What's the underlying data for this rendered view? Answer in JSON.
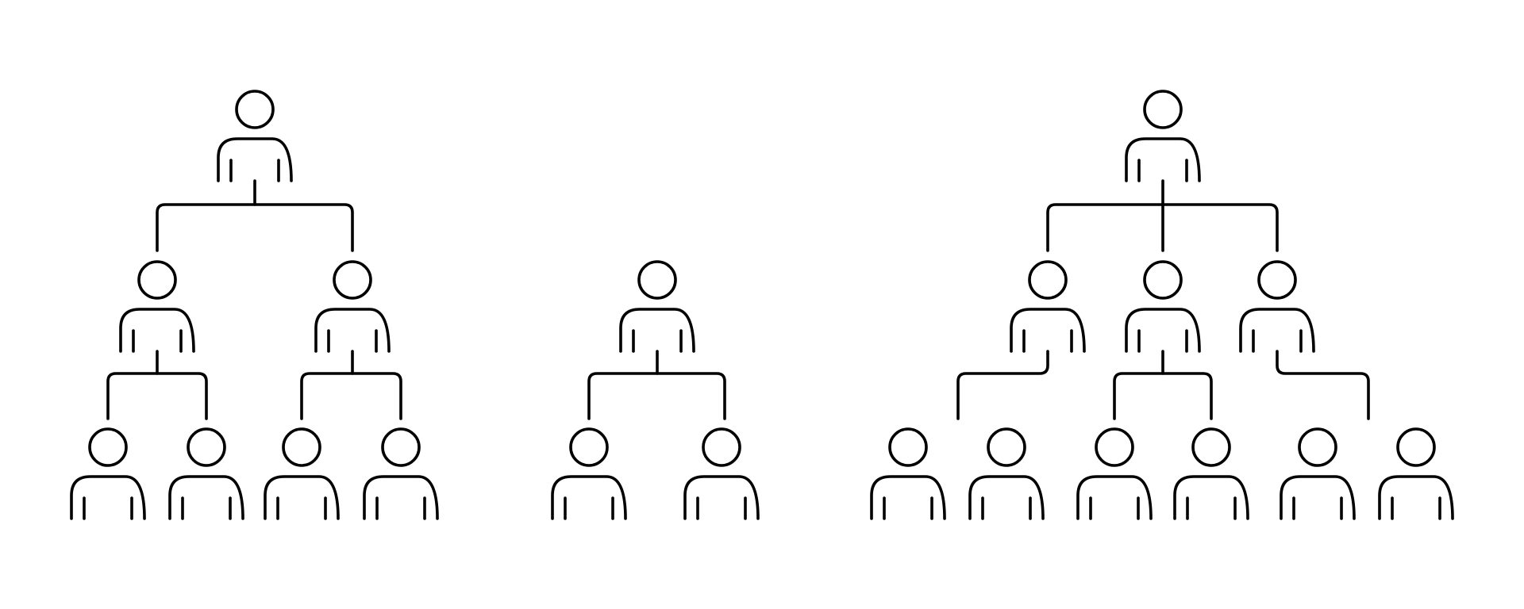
{
  "style": {
    "stroke_color": "#000000",
    "background": "#ffffff"
  },
  "diagrams": [
    {
      "name": "binary-hierarchy-three-levels",
      "icon": "person-icon",
      "root": {
        "children": [
          {
            "children": [
              {},
              {}
            ]
          },
          {
            "children": [
              {},
              {}
            ]
          }
        ]
      }
    },
    {
      "name": "single-manager-two-reports",
      "icon": "person-icon",
      "root": {
        "children": [
          {},
          {}
        ]
      }
    },
    {
      "name": "three-branch-hierarchy",
      "icon": "person-icon",
      "root": {
        "children": [
          {
            "children": [
              {}
            ]
          },
          {
            "children": [
              {},
              {},
              {},
              {}
            ]
          },
          {
            "children": [
              {}
            ]
          }
        ]
      }
    }
  ]
}
